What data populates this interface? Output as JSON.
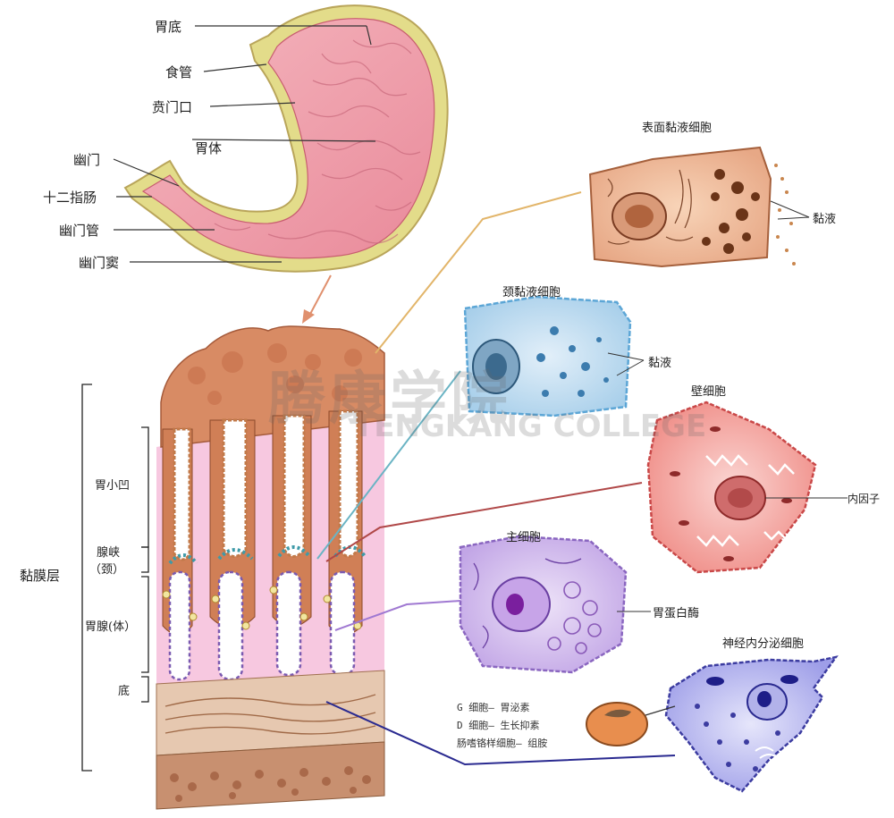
{
  "stomach_labels": {
    "fundus": "胃底",
    "esophagus": "食管",
    "cardia": "贲门口",
    "body": "胃体",
    "pylorus": "幽门",
    "duodenum": "十二指肠",
    "pyloric_canal": "幽门管",
    "pyloric_antrum": "幽门窦"
  },
  "mucosa_labels": {
    "layer": "黏膜层",
    "gastric_pits": "胃小凹",
    "isthmus": "腺峡",
    "neck": "（颈）",
    "gland_body": "胃腺(体）",
    "base": "底"
  },
  "cells": {
    "surface_mucous": {
      "title": "表面黏液细胞",
      "product": "黏液"
    },
    "neck_mucous": {
      "title": "颈黏液细胞",
      "product": "黏液"
    },
    "parietal": {
      "title": "壁细胞",
      "product": "内因子"
    },
    "chief": {
      "title": "主细胞",
      "product": "胃蛋白酶"
    },
    "neuroendocrine": {
      "title": "神经内分泌细胞"
    }
  },
  "notes": [
    "G 细胞— 胃泌素",
    "D 细胞— 生长抑素",
    "肠嗜铬样细胞— 组胺"
  ],
  "watermark": {
    "cn": "腾康学院",
    "en": "TENGKANG COLLEGE"
  },
  "colors": {
    "stomach_inner": "#f0a3ad",
    "stomach_wall": "#e8e08c",
    "mucosa_surface": "#d4825a",
    "gland_pink": "#f4b7d4",
    "surface_cell": "#f2c2a0",
    "neck_cell": "#9cc6e6",
    "parietal_cell": "#e86a6a",
    "chief_cell": "#b79be0",
    "endocrine_cell": "#8c8ce0"
  }
}
